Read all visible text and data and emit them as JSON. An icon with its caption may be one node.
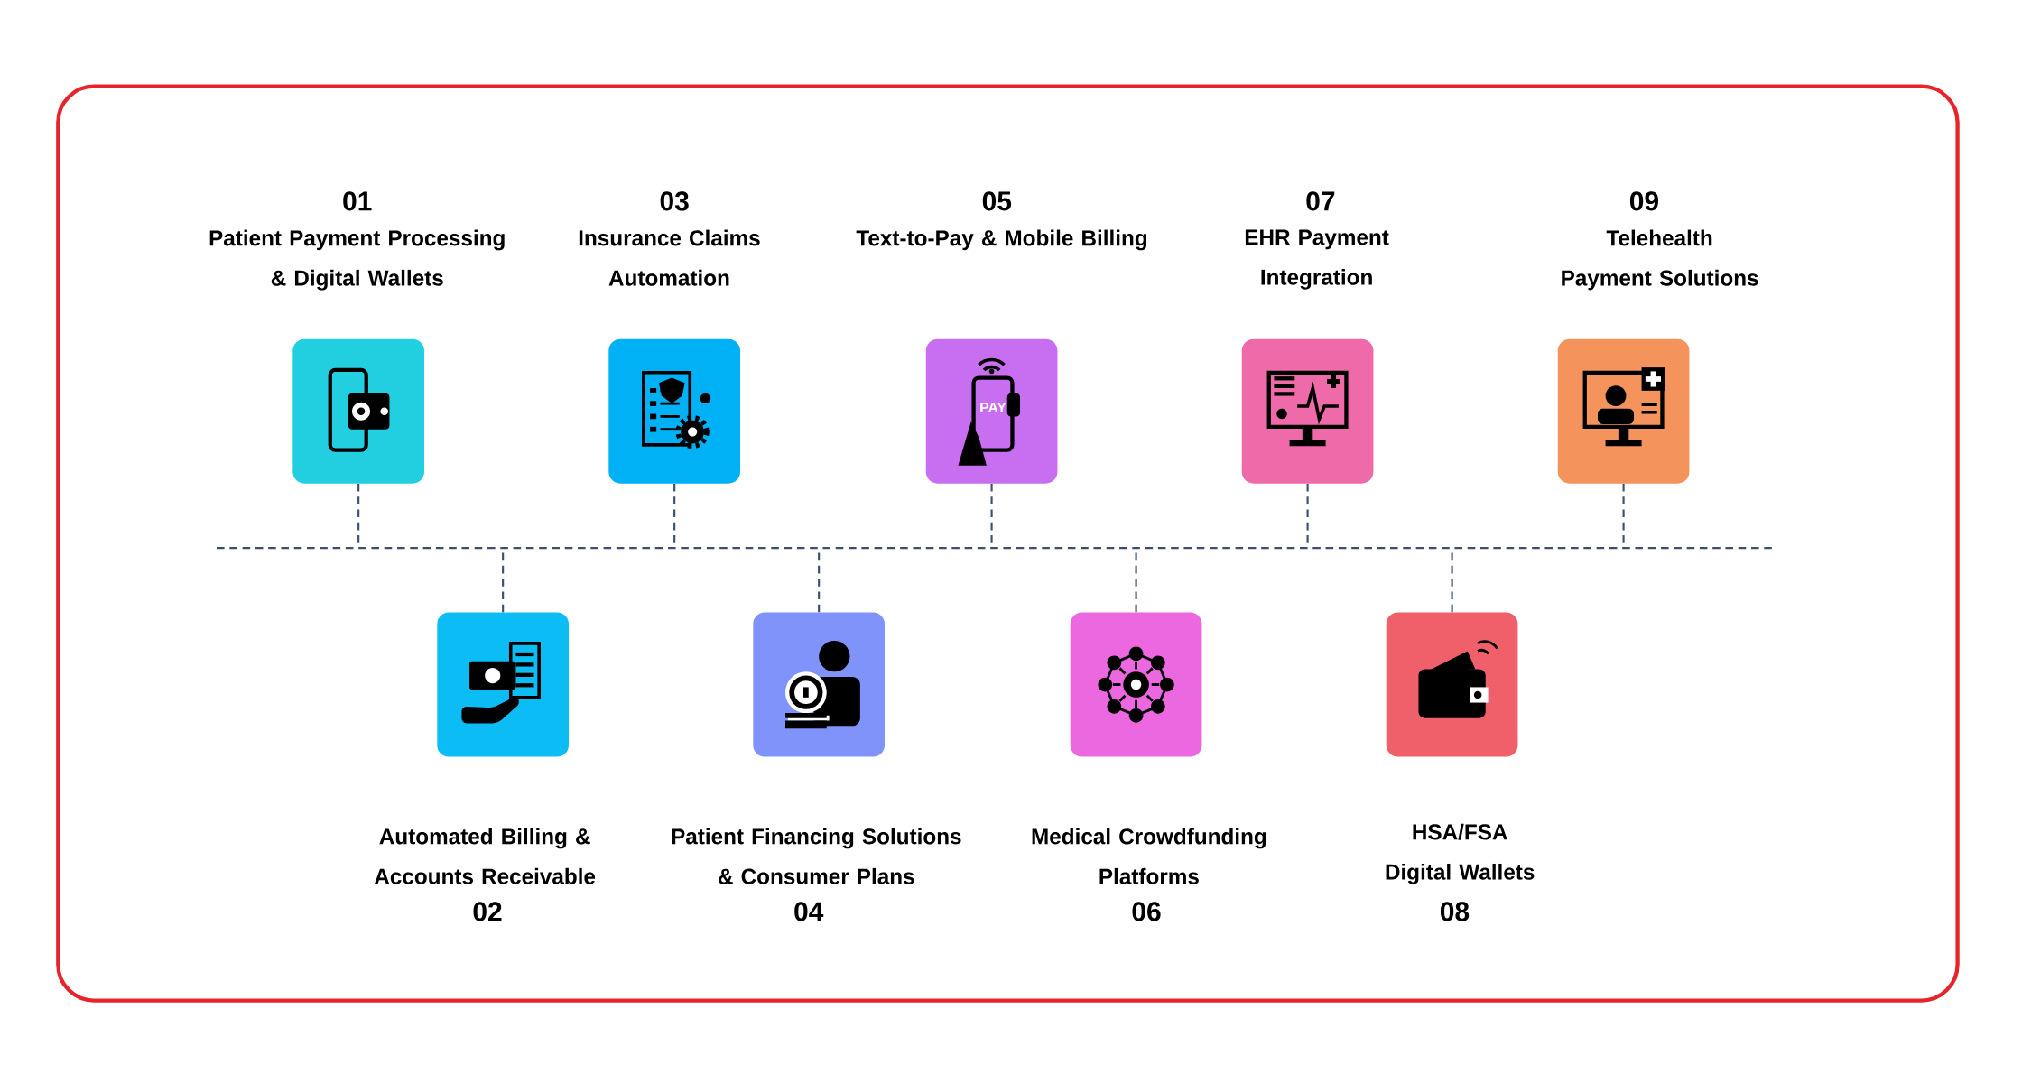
{
  "diagram": {
    "nodes": [
      {
        "text": [
          "01",
          "Patient Payment Processing & Digital Wallets"
        ]
      },
      {
        "text": [
          "Automated Billing & Accounts Receivable",
          "02"
        ]
      },
      {
        "text": [
          "03",
          "Insurance Claims Automation"
        ]
      },
      {
        "text": [
          "Patient Financing Solutions & Consumer Plans",
          "04"
        ]
      },
      {
        "text": [
          "05",
          "Text-to-Pay & Mobile Billing"
        ]
      },
      {
        "text": [
          "Medical Crowdfunding Platforms",
          "06"
        ]
      },
      {
        "text": [
          "07",
          "EHR Payment Integration"
        ]
      },
      {
        "text": [
          "HSA/FSA Digital Wallets",
          "08"
        ]
      },
      {
        "text": [
          "09",
          "Telehealth Payment Solutions"
        ]
      },
      {
        "text": [],
        "shape": "bar"
      }
    ],
    "edges": [
      {
        "from": 0,
        "to": 9,
        "arrow": "none",
        "style": "dashed"
      },
      {
        "from": 1,
        "to": 9,
        "arrow": "none",
        "style": "dashed"
      },
      {
        "from": 2,
        "to": 9,
        "arrow": "none",
        "style": "dashed"
      },
      {
        "from": 3,
        "to": 9,
        "arrow": "none",
        "style": "dashed"
      },
      {
        "from": 4,
        "to": 9,
        "arrow": "none",
        "style": "dashed"
      },
      {
        "from": 5,
        "to": 9,
        "arrow": "none",
        "style": "dashed"
      },
      {
        "from": 6,
        "to": 9,
        "arrow": "none",
        "style": "dashed"
      },
      {
        "from": 7,
        "to": 9,
        "arrow": "none",
        "style": "dashed"
      },
      {
        "from": 8,
        "to": 9,
        "arrow": "none",
        "style": "dashed"
      }
    ],
    "labels": [
      "PAY"
    ]
  }
}
